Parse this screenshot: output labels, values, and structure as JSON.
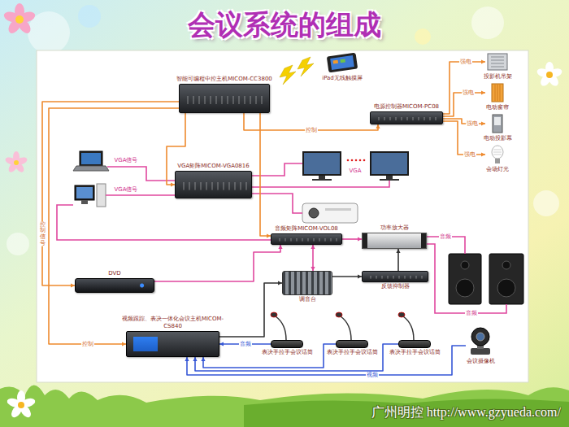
{
  "diagram": {
    "title": "会议系统的组成",
    "nodes": [
      {
        "text": [
          "智能可编程中控主机MICOM-CC3800"
        ]
      },
      {
        "text": [
          "iPad无线触摸屏"
        ]
      },
      {
        "text": [
          "电源控制器MICOM-PC08"
        ]
      },
      {
        "text": [
          "投影机吊架"
        ]
      },
      {
        "text": [
          "电动窗帘"
        ]
      },
      {
        "text": [
          "电动投影幕"
        ]
      },
      {
        "text": [
          "会场灯光"
        ]
      },
      {
        "text": [
          "VGA矩阵MICOM-VGA0816"
        ]
      },
      {
        "text": [
          "音频矩阵MICOM-VOL08"
        ]
      },
      {
        "text": [
          "功率放大器"
        ]
      },
      {
        "text": [
          "DVD"
        ]
      },
      {
        "text": [
          "调音台"
        ]
      },
      {
        "text": [
          "反馈抑制器"
        ]
      },
      {
        "text": [
          "视频跟踪、表决一体化会议主机MICOM-CS840"
        ]
      },
      {
        "text": [
          "表决手拉手会议话筒"
        ]
      },
      {
        "text": [
          "表决手拉手会议话筒"
        ]
      },
      {
        "text": [
          "表决手拉手会议话筒"
        ]
      },
      {
        "text": [
          "会议摄像机"
        ]
      }
    ],
    "edges": [
      {
        "from": 0,
        "to": 2,
        "label": "控制",
        "arrow": "to"
      },
      {
        "from": 2,
        "to": 3,
        "label": "强电",
        "arrow": "to"
      },
      {
        "from": 2,
        "to": 4,
        "label": "强电",
        "arrow": "to"
      },
      {
        "from": 2,
        "to": 5,
        "label": "强电",
        "arrow": "to"
      },
      {
        "from": 2,
        "to": 6,
        "label": "强电",
        "arrow": "to"
      },
      {
        "from": 0,
        "to": 7,
        "arrow": "to"
      },
      {
        "from": 0,
        "to": 8,
        "arrow": "to"
      },
      {
        "from": 0,
        "to": 10,
        "label": "控制信号",
        "arrow": "to"
      },
      {
        "from": 0,
        "to": 13,
        "label": "控制",
        "arrow": "to"
      },
      {
        "from": 10,
        "to": 8,
        "arrow": "to"
      },
      {
        "from": 8,
        "to": 9,
        "arrow": "to"
      },
      {
        "from": 8,
        "to": 11,
        "arrow": "both"
      },
      {
        "from": 11,
        "to": 12,
        "arrow": "to"
      },
      {
        "from": 12,
        "to": 9,
        "arrow": "to"
      },
      {
        "from": 13,
        "to": 11,
        "arrow": "to"
      },
      {
        "from": 14,
        "to": 13,
        "label": "音频",
        "arrow": "to"
      },
      {
        "from": 15,
        "to": 13,
        "arrow": "to"
      },
      {
        "from": 16,
        "to": 13,
        "arrow": "to"
      },
      {
        "from": 17,
        "to": 13,
        "label": "视频",
        "arrow": "to"
      }
    ],
    "labels": [
      "VGA信号",
      "VGA信号",
      "VGA",
      "音频",
      "音频",
      "广州明控 http://www.gzyueda.com/"
    ]
  }
}
